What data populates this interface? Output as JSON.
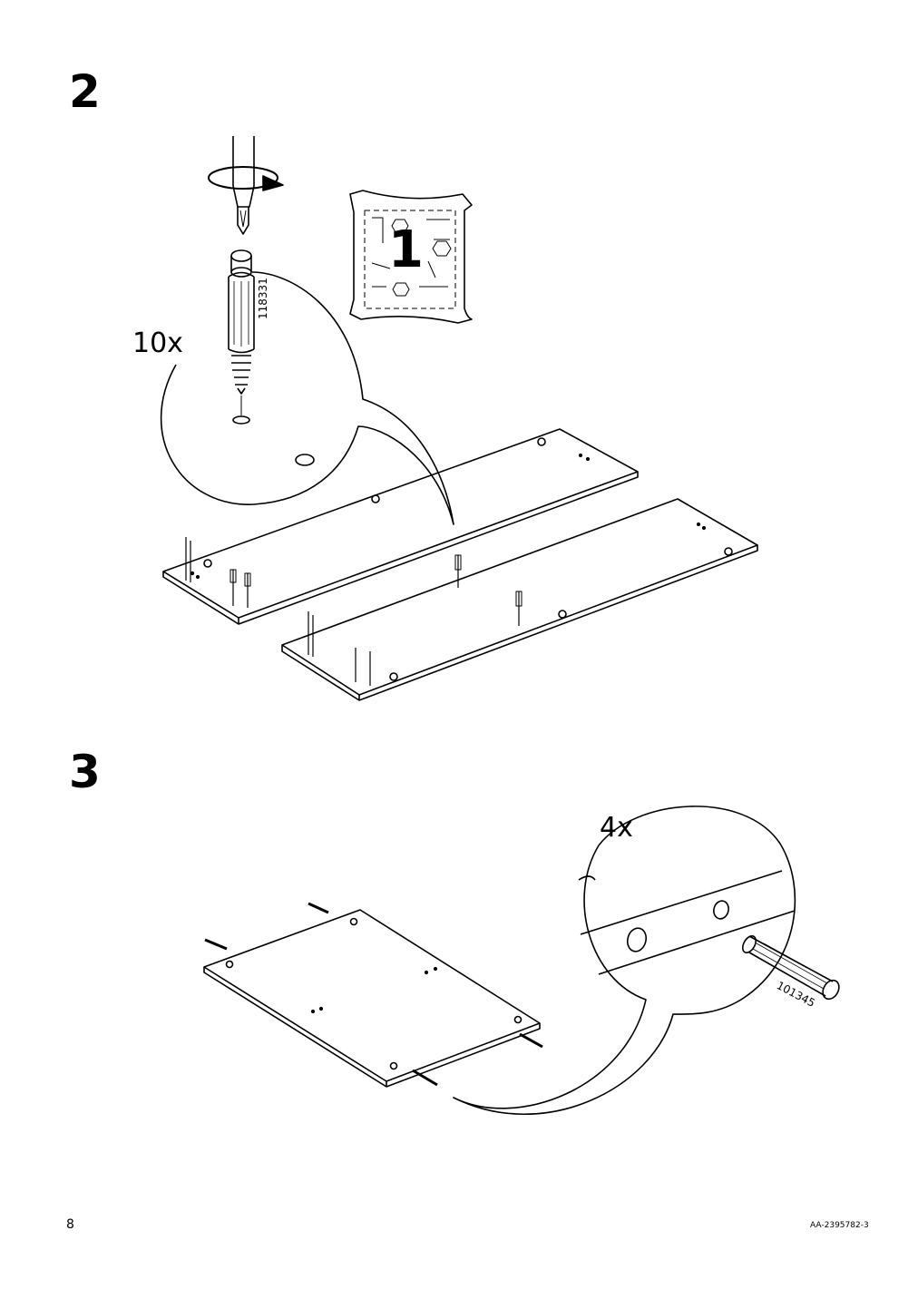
{
  "page_number": "8",
  "document_code": "AA-2395782-3",
  "step2": {
    "number": "2",
    "quantity": "10x",
    "part_code": "118331",
    "bag_number": "1"
  },
  "step3": {
    "number": "3",
    "quantity": "4x",
    "part_code": "101345"
  }
}
